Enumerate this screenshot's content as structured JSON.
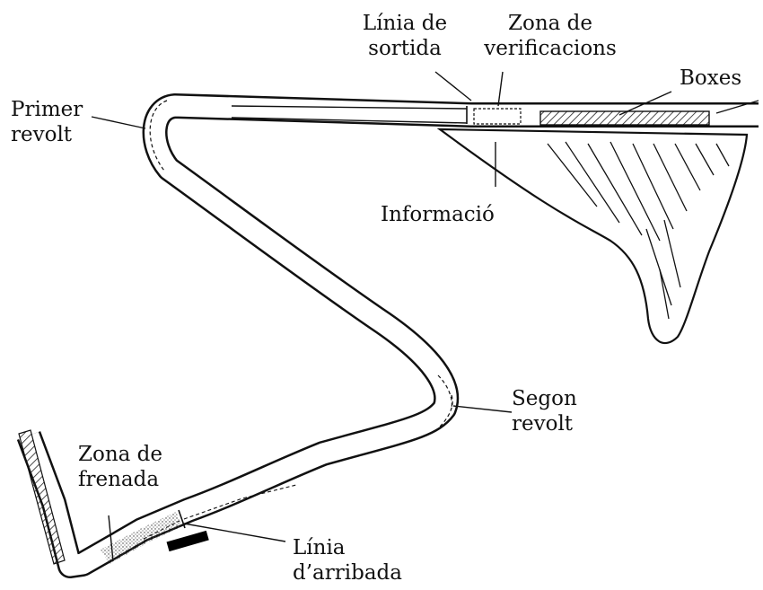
{
  "labels": {
    "start_line": [
      "Línia de",
      "sortida"
    ],
    "verification_zone": [
      "Zona de",
      "verificacions"
    ],
    "boxes": "Boxes",
    "first_turn": [
      "Primer",
      "revolt"
    ],
    "information": "Informació",
    "second_turn": [
      "Segon",
      "revolt"
    ],
    "braking_zone": [
      "Zona de",
      "frenada"
    ],
    "finish_line": [
      "Línia",
      "d’arribada"
    ]
  }
}
